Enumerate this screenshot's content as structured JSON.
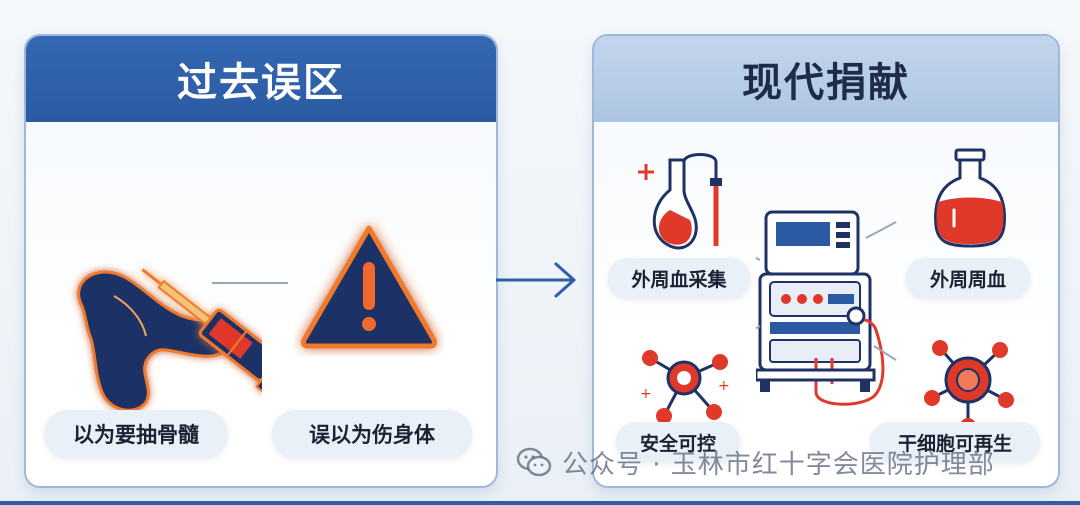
{
  "left_panel": {
    "title": "过去误区",
    "items": [
      "以为要抽骨髓",
      "误以为伤身体"
    ]
  },
  "right_panel": {
    "title": "现代捐献",
    "items": [
      "外周血采集",
      "外周周血",
      "安全可控",
      "干细胞可再生"
    ]
  },
  "watermark": {
    "text": "公众号 · 玉林市红十字会医院护理部",
    "icon": "wechat-icon"
  },
  "colors": {
    "header_blue": "#2b5aa2",
    "header_light": "#b5cbe6",
    "accent_red": "#e0392a",
    "navy": "#1f3266",
    "glow_orange": "#f07a2a"
  }
}
